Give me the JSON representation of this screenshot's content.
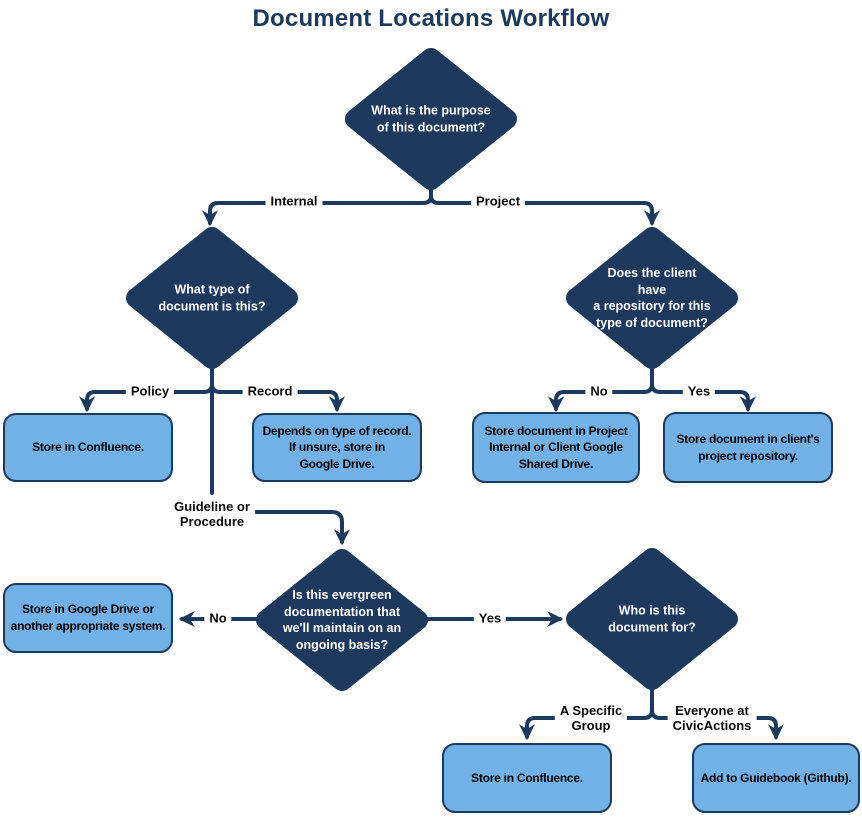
{
  "title": "Document Locations Workflow",
  "diamonds": {
    "purpose": "What is the purpose\nof this document?",
    "doc_type": "What type of\ndocument is this?",
    "client_repo": "Does the client\nhave\na repository for this\ntype of document?",
    "evergreen": "Is this evergreen\ndocumentation that\nwe'll maintain on an\nongoing basis?",
    "audience": "Who is this\ndocument for?"
  },
  "boxes": {
    "store_confluence_policy": "Store in Confluence.",
    "record_depends": "Depends on type of record.\nIf unsure, store in\nGoogle Drive.",
    "project_internal_drive": "Store document in Project\nInternal or Client Google\nShared Drive.",
    "client_project_repo": "Store document in client's\nproject repository.",
    "google_drive_other": "Store in Google Drive or\nanother appropriate system.",
    "store_confluence_group": "Store in Confluence.",
    "guidebook_github": "Add to Guidebook (Github)."
  },
  "edge_labels": {
    "internal": "Internal",
    "project": "Project",
    "policy": "Policy",
    "record": "Record",
    "no_repo": "No",
    "yes_repo": "Yes",
    "guideline": "Guideline or\nProcedure",
    "no_evergreen": "No",
    "yes_evergreen": "Yes",
    "specific_group": "A Specific\nGroup",
    "everyone": "Everyone at\nCivicActions"
  },
  "colors": {
    "navy": "#1d3a5e",
    "light_blue": "#71b1e5",
    "edge_label_text": "#0b0b0b",
    "diamond_text": "#ffffff",
    "box_text": "#000000",
    "background": "#ffffff"
  }
}
